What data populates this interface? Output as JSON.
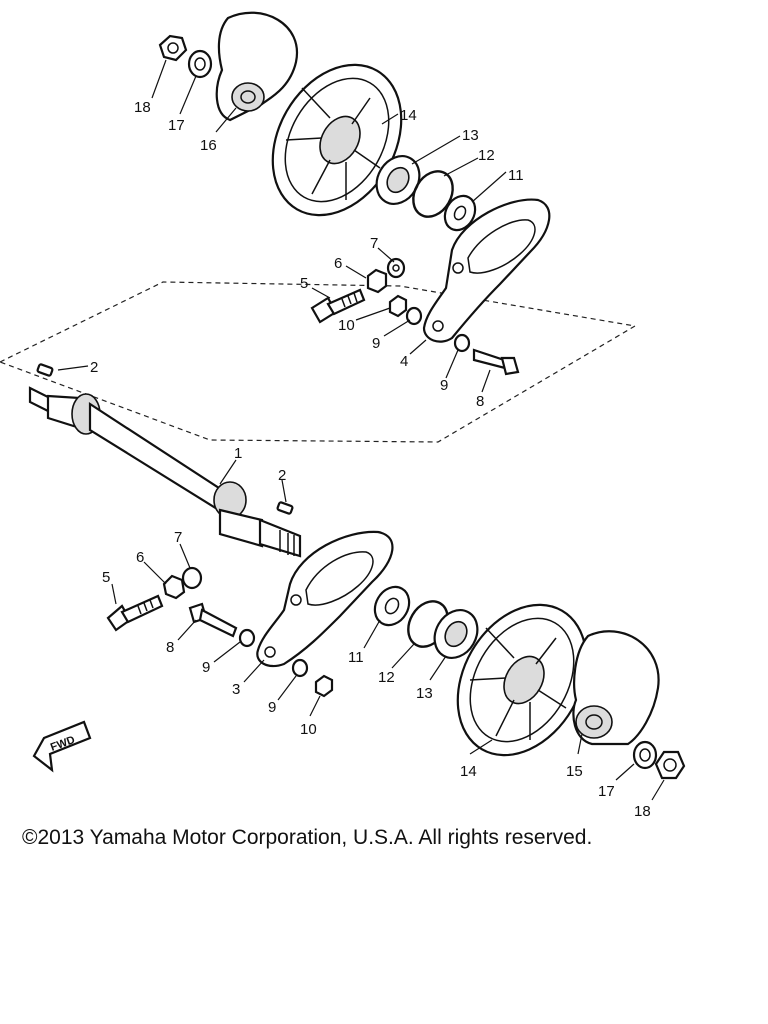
{
  "diagram": {
    "callouts": {
      "upper": [
        "18",
        "17",
        "16",
        "14",
        "13",
        "12",
        "11",
        "7",
        "6",
        "5",
        "10",
        "9",
        "4",
        "9",
        "8",
        "2"
      ],
      "lower": [
        "1",
        "2",
        "7",
        "6",
        "5",
        "8",
        "9",
        "3",
        "9",
        "10",
        "11",
        "12",
        "13",
        "14",
        "15",
        "17",
        "18"
      ]
    },
    "fwd_label": "FWD"
  },
  "footer": {
    "copyright": "©2013 Yamaha Motor Corporation, U.S.A. All rights reserved."
  }
}
